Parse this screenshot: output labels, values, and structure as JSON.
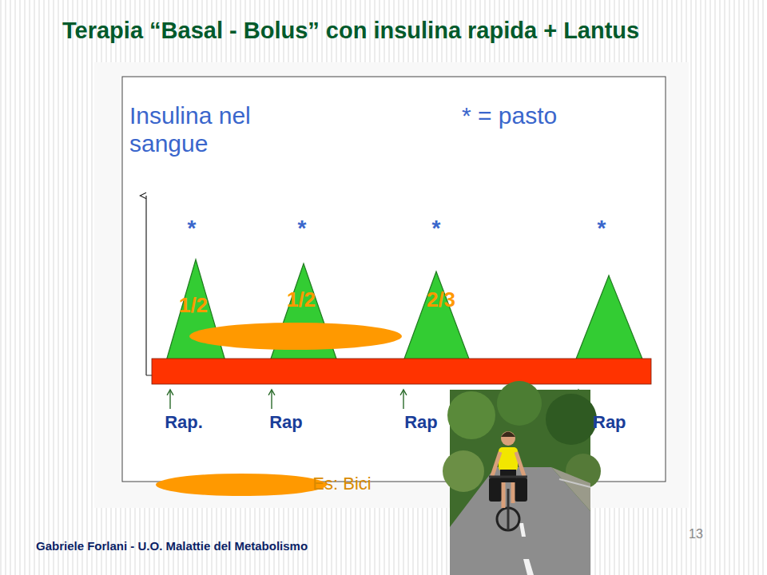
{
  "diagram": {
    "title": "Terapia “Basal - Bolus” con insulina rapida + Lantus",
    "labels": [
      "Insulina nel sangue",
      "* = pasto",
      "*",
      "*",
      "*",
      "*",
      "1/2",
      "1/2",
      "2/3",
      "Rap.",
      "Rap",
      "Rap",
      "Rap",
      "Gabriele Forlani - U.O. Malattie del Metabolismo",
      "13"
    ],
    "legend": [
      {
        "text": "Es: Bici",
        "color": "#ff9900"
      }
    ]
  }
}
